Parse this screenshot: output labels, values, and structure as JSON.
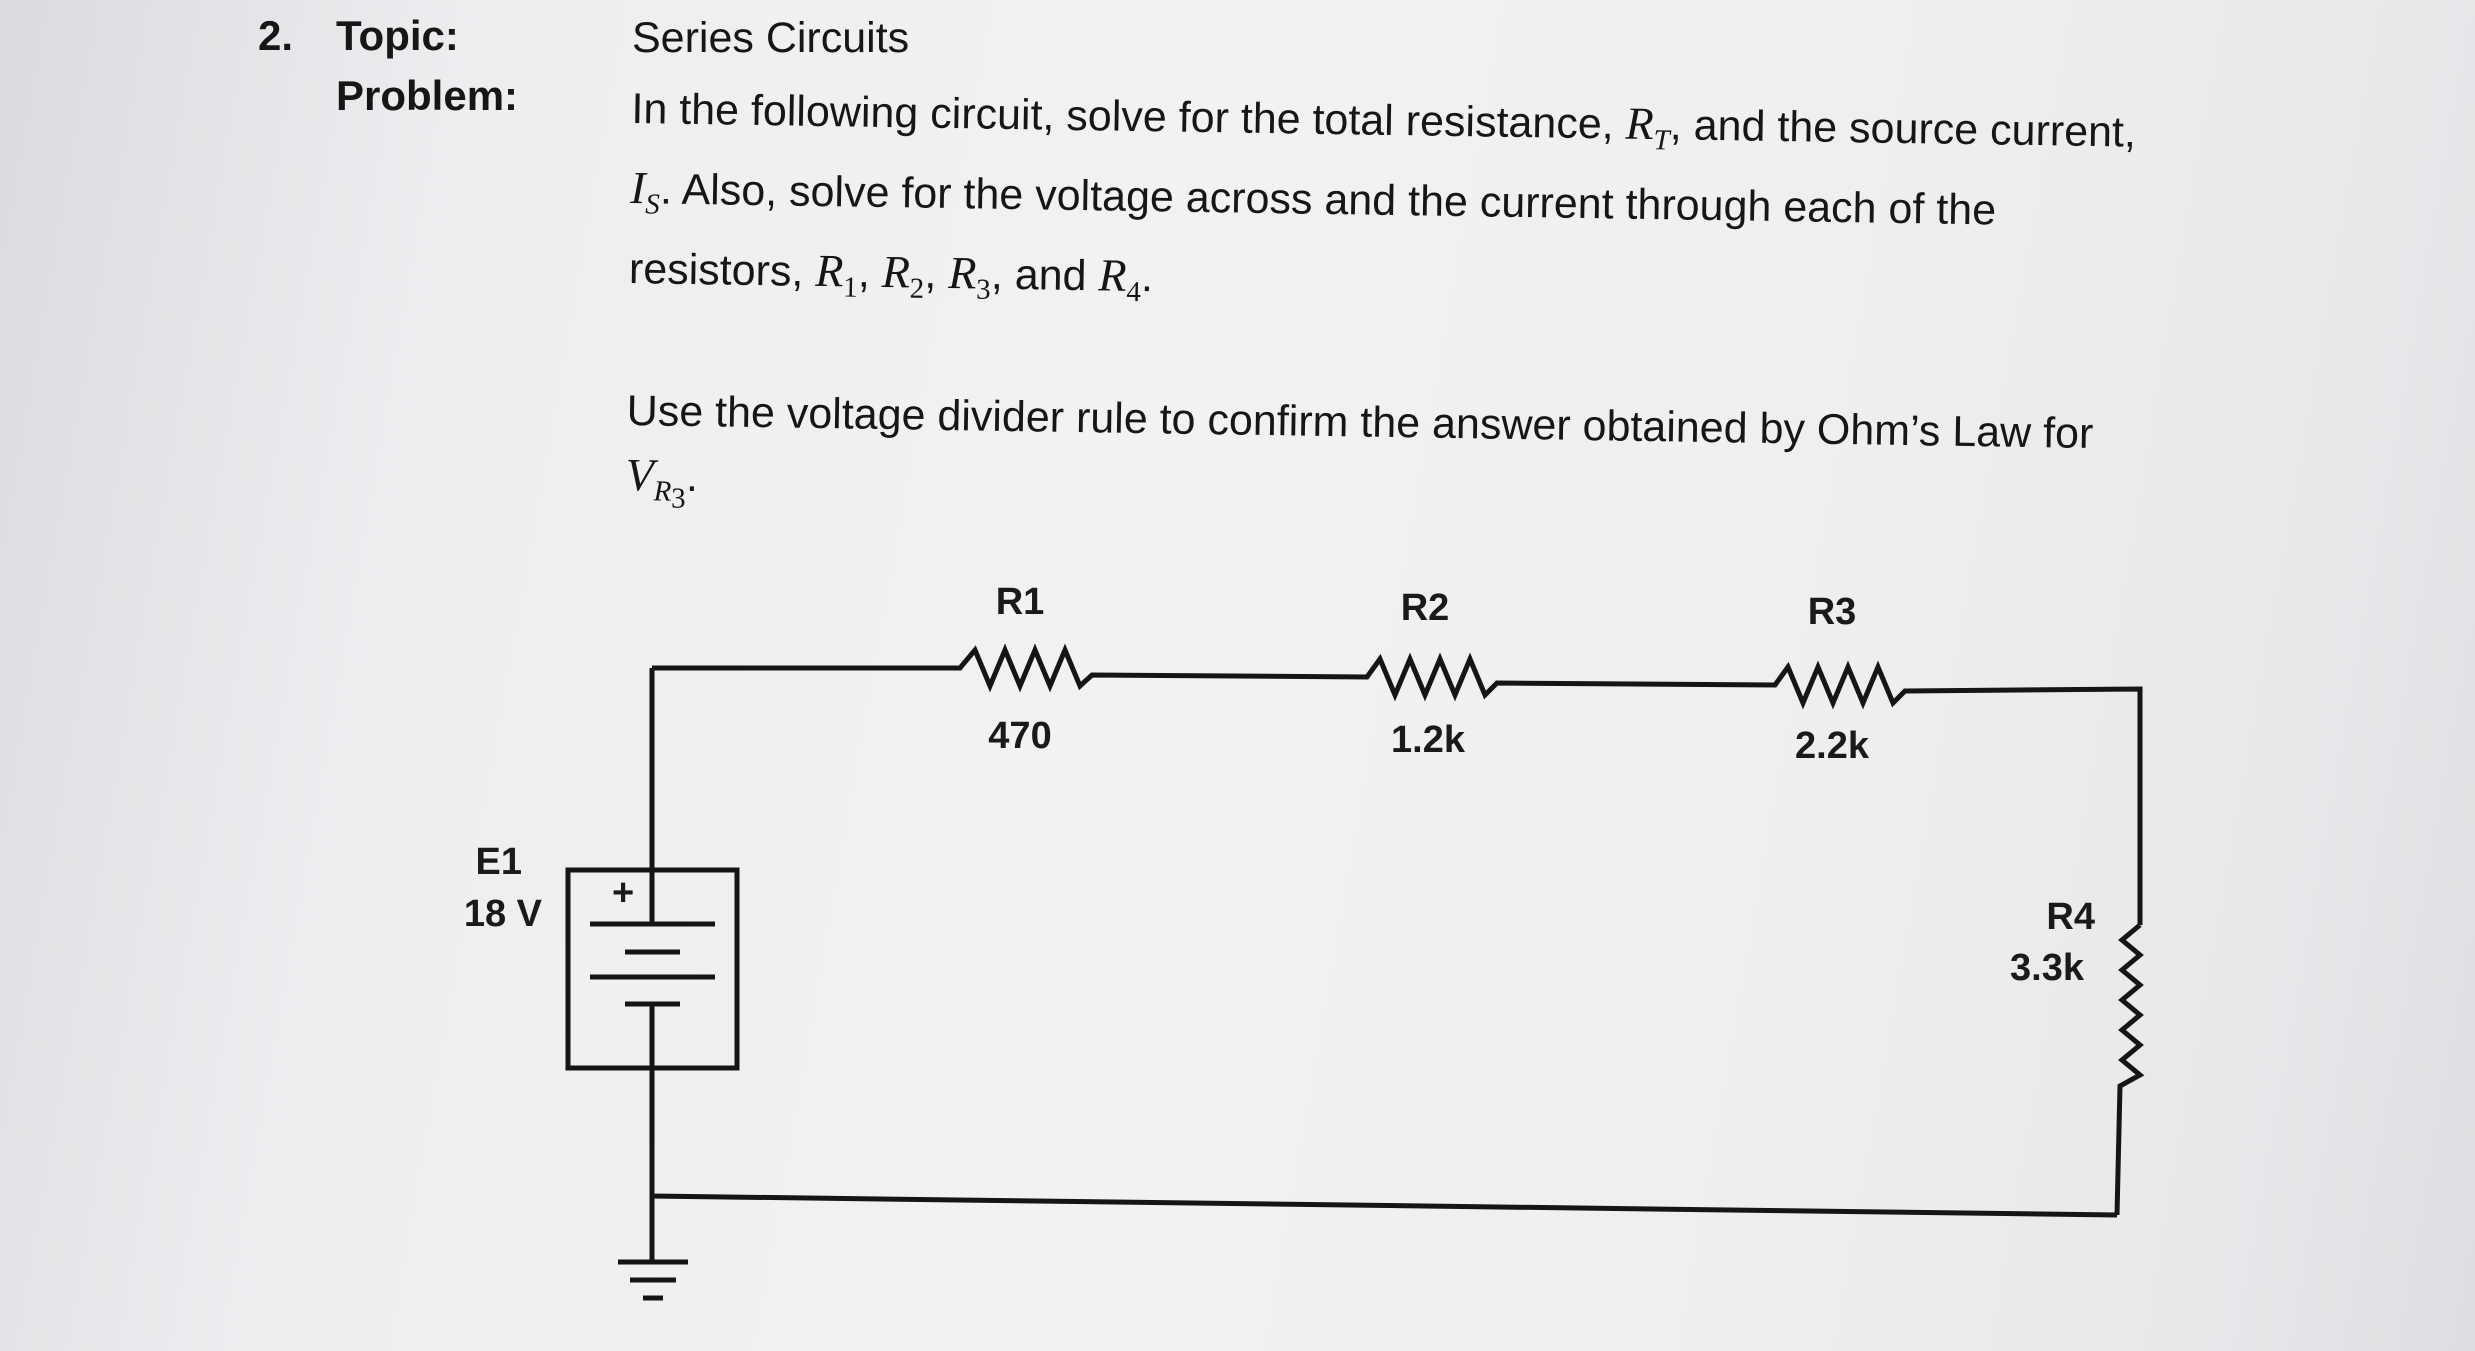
{
  "question": {
    "number": "2.",
    "topic_label": "Topic:",
    "topic_value": "Series Circuits",
    "problem_label": "Problem:",
    "problem": {
      "part1": "In the following circuit, solve for the total resistance, ",
      "RT": "R",
      "RT_sub": "T",
      "part2": ", and the source current, ",
      "IS": "I",
      "IS_sub": "S",
      "part3": ". Also, solve for the voltage across and the current through each of the resistors, ",
      "R1": "R",
      "R1_sub": "1",
      "sep1": ", ",
      "R2": "R",
      "R2_sub": "2",
      "sep2": ", ",
      "R3": "R",
      "R3_sub": "3",
      "sep3": ", and ",
      "R4": "R",
      "R4_sub": "4",
      "end": "."
    },
    "instruction": {
      "text": "Use the voltage divider rule to confirm the answer obtained by Ohm’s Law for ",
      "V": "V",
      "V_sub": "R",
      "V_subsub": "3",
      "end": "."
    }
  },
  "circuit": {
    "source": {
      "name": "E1",
      "value": "18 V",
      "plus": "+"
    },
    "resistors": [
      {
        "name": "R1",
        "value": "470"
      },
      {
        "name": "R2",
        "value": "1.2k"
      },
      {
        "name": "R3",
        "value": "2.2k"
      },
      {
        "name": "R4",
        "value": "3.3k"
      }
    ]
  }
}
